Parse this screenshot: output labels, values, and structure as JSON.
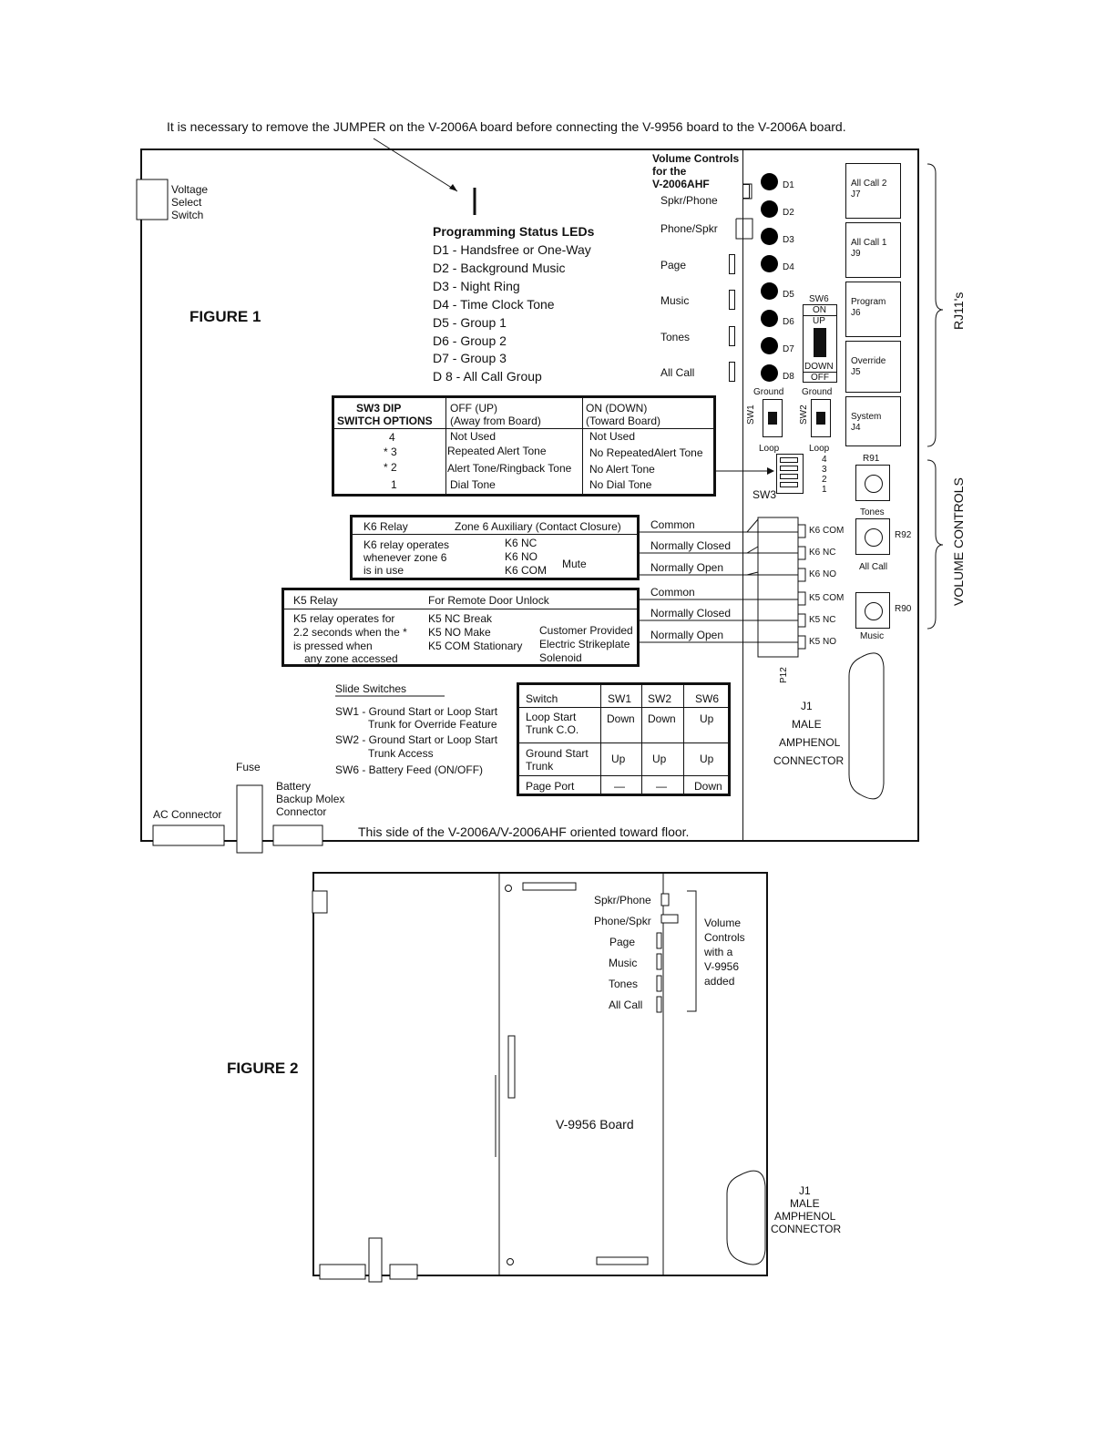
{
  "header_note": "It is necessary to remove the JUMPER on the V-2006A board before connecting the V-9956 board to the V-2006A board.",
  "figure1": {
    "title": "FIGURE 1",
    "voltage_switch": [
      "Voltage",
      "Select",
      "Switch"
    ],
    "leds_heading": "Programming Status LEDs",
    "leds_list": [
      "D1 - Handsfree or One-Way",
      "D2 - Background Music",
      "D3 - Night Ring",
      "D4 - Time Clock Tone",
      "D5 - Group 1",
      "D6 - Group 2",
      "D7 - Group 3",
      "D 8 - All Call Group"
    ],
    "volume_heading": [
      "Volume Controls",
      "for the",
      "V-2006AHF"
    ],
    "volume_controls": [
      "Spkr/Phone",
      "Phone/Spkr",
      "Page",
      "Music",
      "Tones",
      "All Call"
    ],
    "led_labels": [
      "D1",
      "D2",
      "D3",
      "D4",
      "D5",
      "D6",
      "D7",
      "D8"
    ],
    "jacks": [
      {
        "name": "All Call 2",
        "id": "J7"
      },
      {
        "name": "All Call 1",
        "id": "J9"
      },
      {
        "name": "Program",
        "id": "J6"
      },
      {
        "name": "Override",
        "id": "J5"
      },
      {
        "name": "System",
        "id": "J4"
      }
    ],
    "rj11_label": "RJ11's",
    "volume_controls_side": "VOLUME CONTROLS",
    "sw6": {
      "name": "SW6",
      "on": "ON",
      "up": "UP",
      "down": "DOWN",
      "off": "OFF"
    },
    "sw1": {
      "name": "SW1",
      "top": "Ground",
      "bottom": "Loop"
    },
    "sw2": {
      "name": "SW2",
      "top": "Ground",
      "bottom": "Loop"
    },
    "sw3": {
      "name": "SW3",
      "numbers": [
        "4",
        "3",
        "2",
        "1"
      ]
    },
    "pots": [
      {
        "name": "R91",
        "label": "Tones"
      },
      {
        "name": "R92",
        "label": "All Call"
      },
      {
        "name": "R90",
        "label": "Music"
      }
    ],
    "sw3_table": {
      "headers": [
        [
          "SW3 DIP",
          "SWITCH OPTIONS"
        ],
        [
          "OFF (UP)",
          "(Away from Board)"
        ],
        [
          "ON (DOWN)",
          "(Toward Board)"
        ]
      ],
      "rows": [
        [
          "4",
          "Not Used",
          "Not Used"
        ],
        [
          "* 3",
          "Repeated Alert Tone",
          "No RepeatedAlert Tone"
        ],
        [
          "* 2",
          "Alert Tone/Ringback Tone",
          "No Alert Tone"
        ],
        [
          "1",
          "Dial Tone",
          "No Dial Tone"
        ]
      ]
    },
    "k6": {
      "title": "K6 Relay",
      "subtitle": "Zone 6 Auxiliary (Contact Closure)",
      "desc": [
        "K6 relay operates",
        "whenever zone 6",
        "is in use"
      ],
      "contacts": [
        "K6 NC",
        "K6 NO",
        "K6 COM"
      ],
      "mute": "Mute"
    },
    "k5": {
      "title": "K5 Relay",
      "subtitle": "For Remote Door Unlock",
      "desc": [
        "K5 relay operates for",
        "2.2 seconds when the *",
        "is pressed when",
        "any zone accessed"
      ],
      "contacts": [
        "K5 NC  Break",
        "K5 NO  Make",
        "K5 COM Stationary"
      ],
      "customer": [
        "Customer Provided",
        "Electric Strikeplate",
        "Solenoid"
      ]
    },
    "wire_labels": [
      "Common",
      "Normally Closed",
      "Normally Open",
      "Common",
      "Normally Closed",
      "Normally Open"
    ],
    "terminals": [
      "K6 COM",
      "K6 NC",
      "K6 NO",
      "K5 COM",
      "K5 NC",
      "K5 NO"
    ],
    "p12": "P12",
    "slide_switches": {
      "heading": "Slide Switches",
      "items": [
        "SW1 - Ground Start or Loop Start",
        "Trunk for Override Feature",
        "SW2 - Ground Start or Loop Start",
        "Trunk Access",
        "SW6 - Battery Feed (ON/OFF)"
      ]
    },
    "switch_table": {
      "headers": [
        "Switch",
        "SW1",
        "SW2",
        "SW6"
      ],
      "rows": [
        [
          "Loop Start\nTrunk C.O.",
          "Down",
          "Down",
          "Up"
        ],
        [
          "Ground Start\nTrunk",
          "Up",
          "Up",
          "Up"
        ],
        [
          "Page Port",
          "—",
          "—",
          "Down"
        ]
      ]
    },
    "j1": [
      "J1",
      "MALE",
      "AMPHENOL",
      "CONNECTOR"
    ],
    "fuse": "Fuse",
    "battery": [
      "Battery",
      "Backup Molex",
      "Connector"
    ],
    "ac": "AC Connector",
    "floor_note": "This side of the V-2006A/V-2006AHF oriented toward floor."
  },
  "figure2": {
    "title": "FIGURE 2",
    "volume_controls": [
      "Spkr/Phone",
      "Phone/Spkr",
      "Page",
      "Music",
      "Tones",
      "All Call"
    ],
    "volume_note": [
      "Volume",
      "Controls",
      "with a",
      "V-9956",
      "added"
    ],
    "board_label": "V-9956 Board",
    "j1": [
      "J1",
      "MALE",
      "AMPHENOL",
      "CONNECTOR"
    ]
  }
}
